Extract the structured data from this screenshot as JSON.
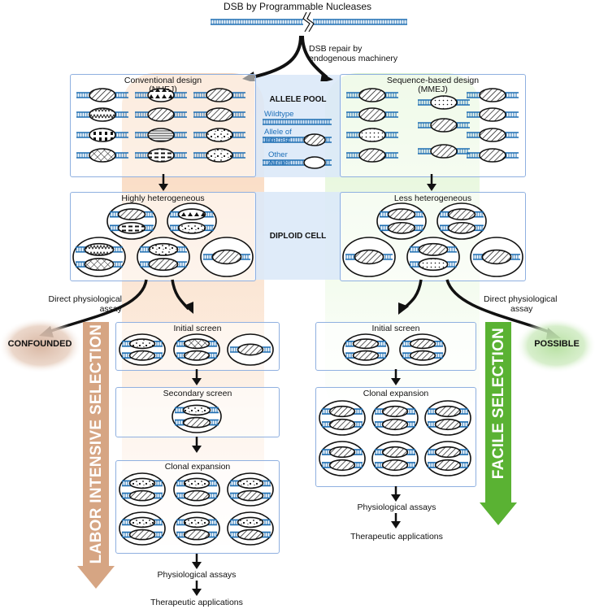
{
  "top": {
    "title": "DSB by Programmable Nucleases",
    "repair": [
      "DSB repair by",
      "endogenous machinery"
    ]
  },
  "left": {
    "design": [
      "Conventional design",
      "(NHEJ)"
    ],
    "heterogeneity": "Highly heterogeneous",
    "direct_assay": [
      "Direct physiological",
      "assay"
    ],
    "outcome": "CONFOUNDED",
    "arrow_label": "LABOR INTENSIVE SELECTION",
    "initial_screen": "Initial screen",
    "secondary_screen": "Secondary screen",
    "clonal_expansion": "Clonal expansion",
    "physiological": "Physiological assays",
    "therapeutic": "Therapeutic applications"
  },
  "right": {
    "design": [
      "Sequence-based design",
      "(MMEJ)"
    ],
    "heterogeneity": "Less heterogeneous",
    "direct_assay": [
      "Direct physiological",
      "assay"
    ],
    "outcome": "POSSIBLE",
    "arrow_label": "FACILE SELECTION",
    "initial_screen": "Initial screen",
    "clonal_expansion": "Clonal expansion",
    "physiological": "Physiological assays",
    "therapeutic": "Therapeutic applications"
  },
  "center": {
    "allele_pool": "ALLELE POOL",
    "legend": {
      "wildtype": "Wildtype",
      "allele_of_interest": [
        "Allele of",
        "Interest"
      ],
      "other_alleles": [
        "Other",
        "Alleles"
      ]
    },
    "diploid_cell": "DIPLOID CELL"
  },
  "colors": {
    "box_border": "#8fb0e0",
    "dna": "#1f6fb3",
    "left_glow": "#f2b27e",
    "right_glow": "#b9e8a2",
    "center_band": "#dbe9f8",
    "labor_arrow": "#d6a583",
    "facile_arrow": "#5ab233",
    "confounded_bg": "#d8b6a2",
    "possible_bg": "#b9e2a4"
  }
}
